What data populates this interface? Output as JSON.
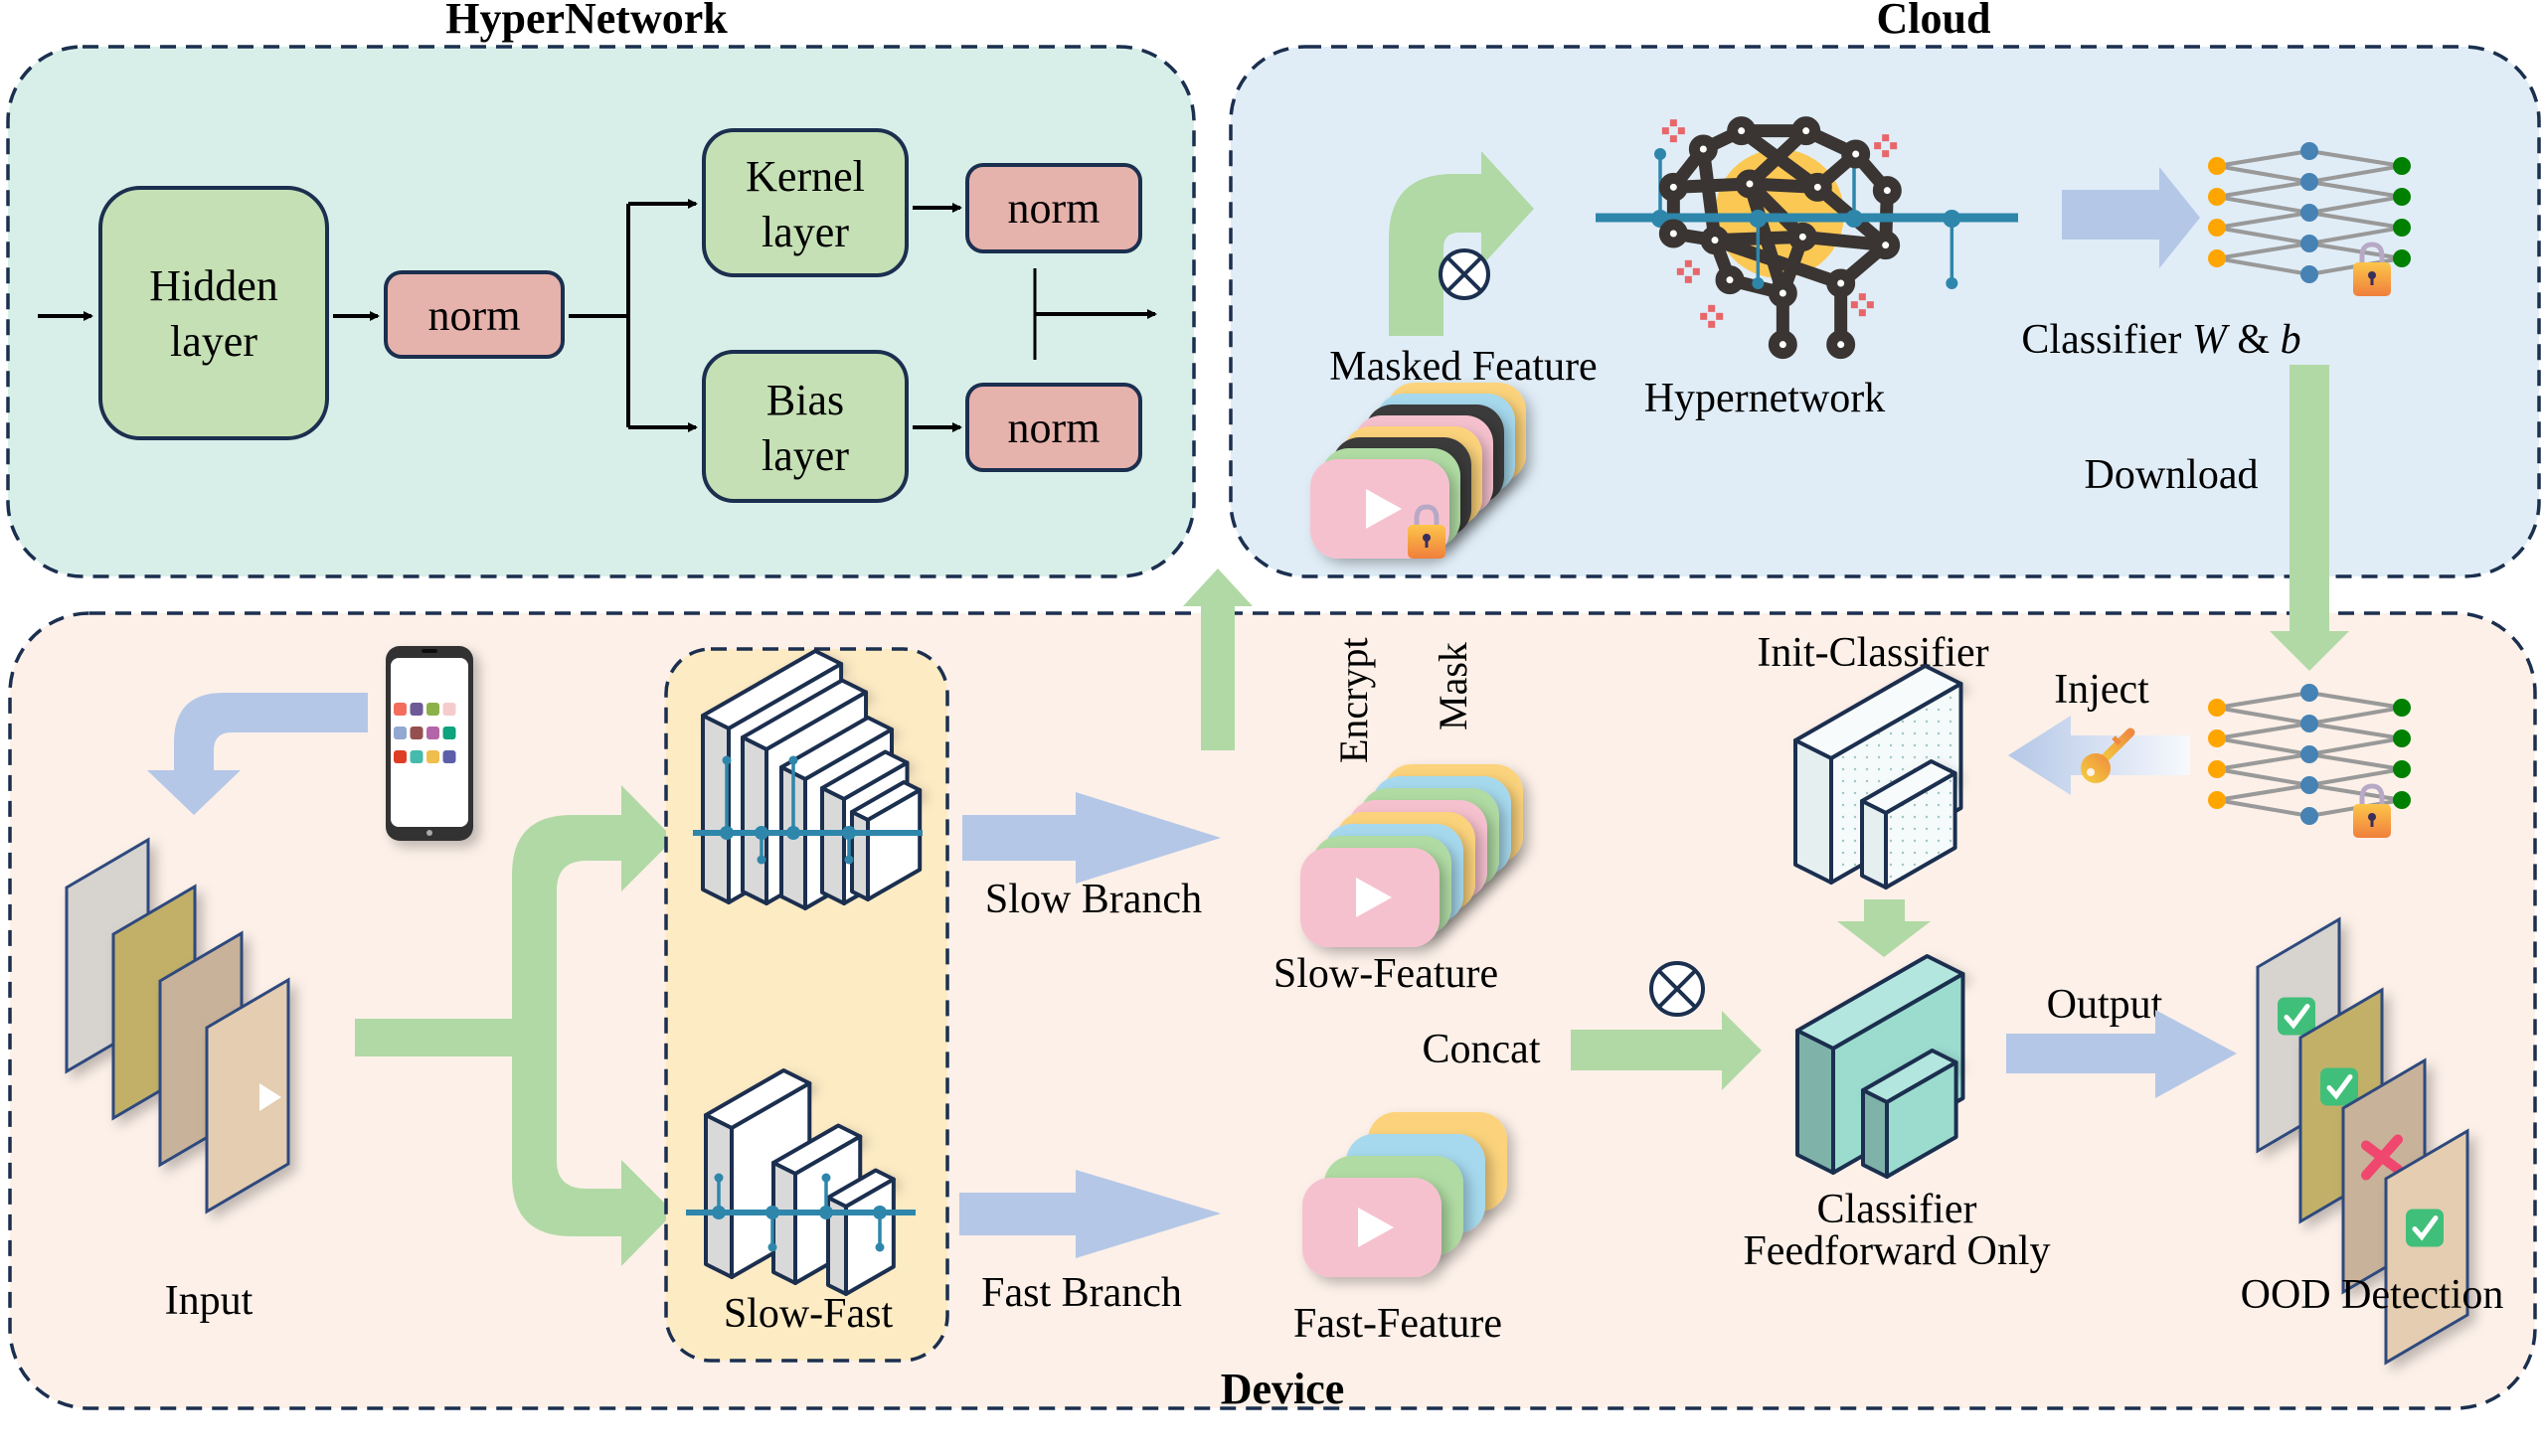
{
  "sections": {
    "hypernetwork_title": "HyperNetwork",
    "cloud_title": "Cloud",
    "device_title": "Device"
  },
  "hypernetwork": {
    "hidden_layer": [
      "Hidden",
      "layer"
    ],
    "norm_label": "norm",
    "kernel_layer": [
      "Kernel",
      "layer"
    ],
    "bias_layer": [
      "Bias",
      "layer"
    ]
  },
  "cloud": {
    "masked_feature_label": "Masked Feature",
    "hypernetwork_label": "Hypernetwork",
    "classifier_label_prefix": "Classifier ",
    "classifier_label_W": "W",
    "classifier_label_amp": " & ",
    "classifier_label_b": "b",
    "download_label": "Download",
    "operator_symbol": "⊗"
  },
  "device": {
    "input_label": "Input",
    "slowfast_label": "Slow-Fast",
    "slow_branch_label": "Slow Branch",
    "fast_branch_label": "Fast Branch",
    "slow_feature_label": "Slow-Feature",
    "fast_feature_label": "Fast-Feature",
    "encrypt_label": "Encrypt",
    "mask_label": "Mask",
    "concat_label": "Concat",
    "operator_symbol": "⊗",
    "init_classifier_label": "Init-Classifier",
    "inject_label": "Inject",
    "classifier_label": [
      "Classifier",
      "Feedforward Only"
    ],
    "output_label": "Output",
    "ood_label": "OOD Detection",
    "ood_results": [
      "check",
      "check",
      "cross",
      "check"
    ]
  },
  "colors": {
    "hyper_bg": "#d8efe9",
    "cloud_bg": "#e0edf7",
    "device_bg": "#fcf0e8",
    "slowfast_bg": "#fdebc4",
    "layer_green": "#c5e0b5",
    "norm_pink": "#e6b2ac",
    "border_navy": "#1b2f4f",
    "arrow_green": "#b1d9a5",
    "arrow_blue": "#b4c7e7",
    "node_orange": "#ffa500",
    "node_blue": "#4682b4",
    "node_green": "#008000",
    "feature_pink": "#f6c1cf",
    "feature_yellow": "#fcd37c",
    "feature_blue": "#a6d9ee",
    "feature_green": "#b0dba3",
    "feature_black": "#3b3b3b",
    "check_green": "#3fbf7a",
    "cross_pink": "#f0466e"
  },
  "phone_apps": [
    "#f46c5c",
    "#6e5a96",
    "#8cb14c",
    "#f6cbcc",
    "#92a8d1",
    "#965050",
    "#b266a8",
    "#0ca37b",
    "#de3e25",
    "#44bbad",
    "#efbe4e",
    "#5c5ea8"
  ],
  "masked_stack": [
    "#fcd37c",
    "#a6d9ee",
    "#3b3b3b",
    "#f6c1cf",
    "#fcd37c",
    "#3b3b3b",
    "#b0dba3",
    "#f6c1cf"
  ],
  "slow_stack": [
    "#fcd37c",
    "#a6d9ee",
    "#b0dba3",
    "#f6c1cf",
    "#fcd37c",
    "#a6d9ee",
    "#b0dba3",
    "#f6c1cf"
  ],
  "fast_stack": [
    "#fcd37c",
    "#a6d9ee",
    "#b0dba3",
    "#f6c1cf"
  ]
}
